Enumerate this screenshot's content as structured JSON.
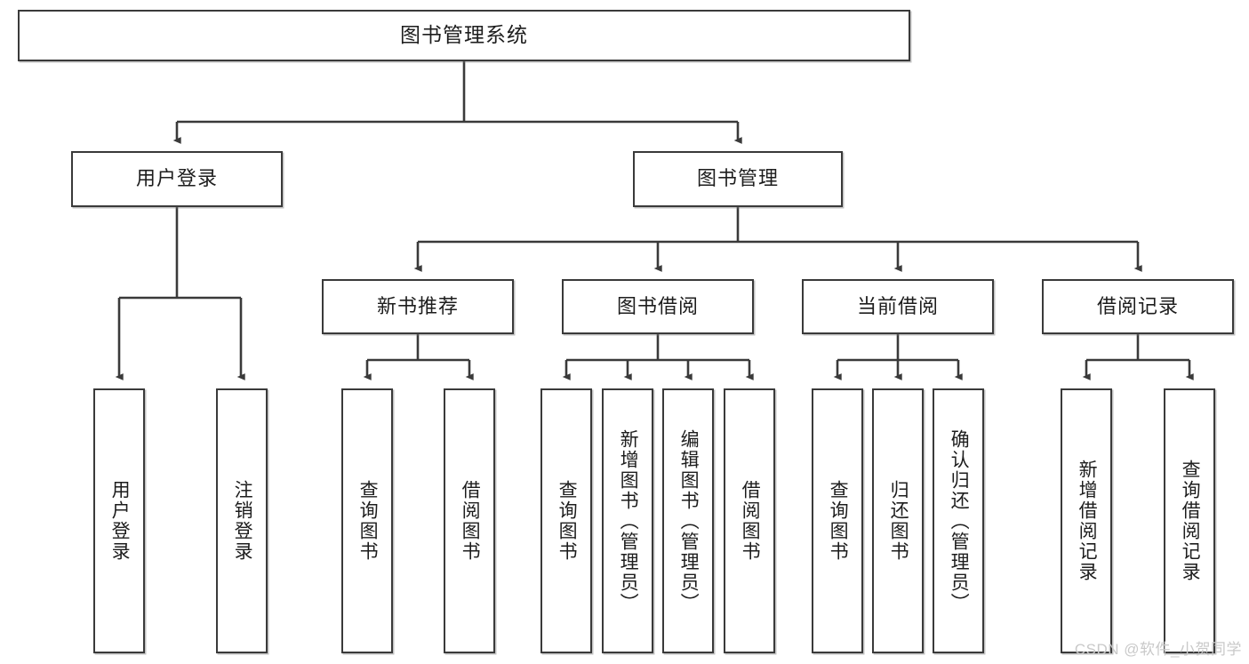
{
  "diagram": {
    "kind": "tree-hierarchy-chart",
    "title": "图书管理系统",
    "stroke_color": "#3a3a3a",
    "fill_color": "#ffffff",
    "text_color": "#1d1d1d",
    "root": {
      "label": "图书管理系统"
    },
    "level2": [
      {
        "label": "用户登录"
      },
      {
        "label": "图书管理"
      }
    ],
    "level3": [
      {
        "label": "新书推荐"
      },
      {
        "label": "图书借阅"
      },
      {
        "label": "当前借阅"
      },
      {
        "label": "借阅记录"
      }
    ],
    "leaves": {
      "user_login": [
        {
          "label": "用户登录"
        },
        {
          "label": "注销登录"
        }
      ],
      "new_book_recommend": [
        {
          "label": "查询图书"
        },
        {
          "label": "借阅图书"
        }
      ],
      "book_borrow": [
        {
          "label": "查询图书"
        },
        {
          "label": "新增图书（管理员）"
        },
        {
          "label": "编辑图书（管理员）"
        },
        {
          "label": "借阅图书"
        }
      ],
      "current_borrow": [
        {
          "label": "查询图书"
        },
        {
          "label": "归还图书"
        },
        {
          "label": "确认归还（管理员）"
        }
      ],
      "borrow_record": [
        {
          "label": "新增借阅记录"
        },
        {
          "label": "查询借阅记录"
        }
      ]
    }
  },
  "watermark": {
    "text": "CSDN @软件_小贺同学"
  }
}
